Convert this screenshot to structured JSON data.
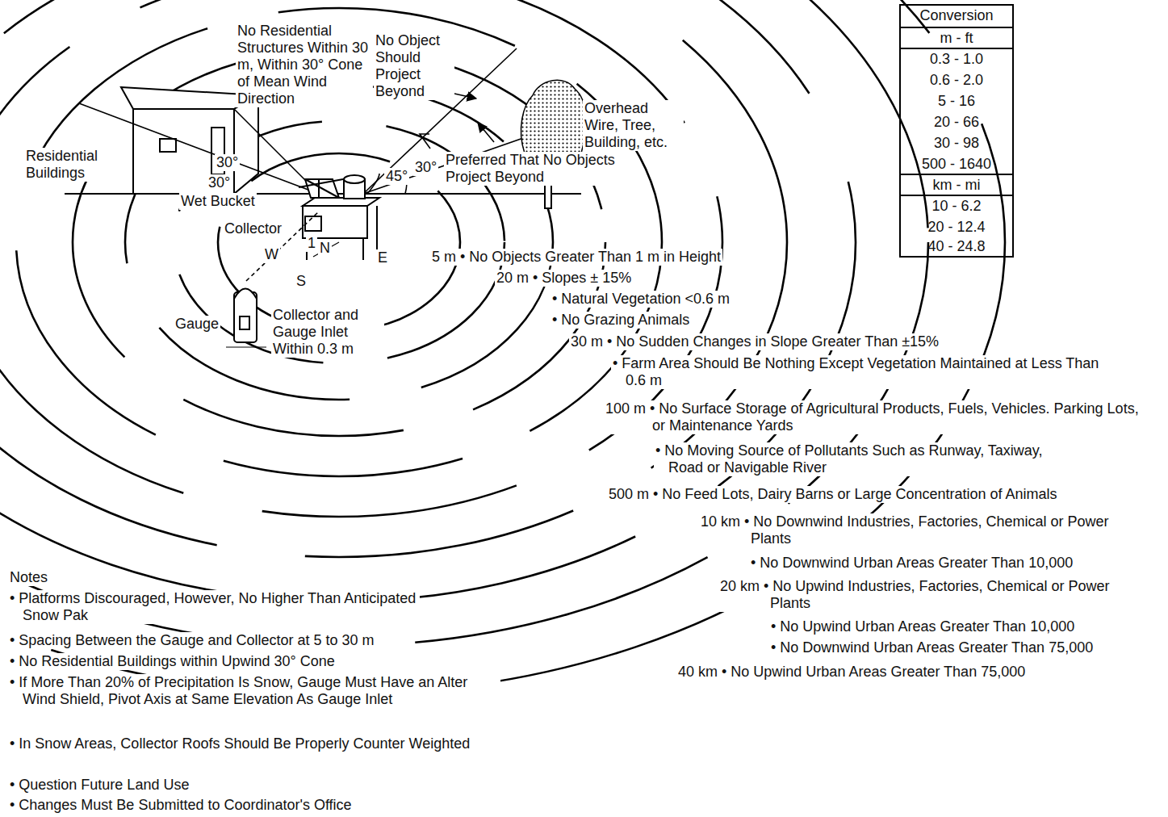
{
  "diagram": {
    "labels": [
      "No Residential Structures Within 30 m, Within 30° Cone of Mean Wind Direction",
      "No Object Should Project Beyond",
      "Residential Buildings",
      "30°",
      "30°",
      "Overhead Wire, Tree, Building, etc.",
      "45°",
      "30°",
      "Preferred That No Objects Project Beyond",
      "Wet Bucket",
      "Collector",
      "W",
      "1",
      "N",
      "E",
      "S",
      "Gauge",
      "Collector and Gauge Inlet Within 0.3 m",
      "Conversion",
      "m - ft",
      "0.3 - 1.0",
      "0.6 - 2.0",
      "5 - 16",
      "20 - 66",
      "30 - 98",
      "500 - 1640",
      "km - mi",
      "10 - 6.2",
      "20 - 12.4",
      "40 - 24.8",
      "5 m • No Objects Greater Than 1 m in Height",
      "20 m • Slopes ± 15%",
      "• Natural Vegetation <0.6 m",
      "• No Grazing Animals",
      "30 m • No Sudden Changes in Slope Greater Than ±15%",
      "• Farm Area Should Be Nothing Except Vegetation Maintained at Less Than 0.6 m",
      "100 m • No Surface Storage of Agricultural Products, Fuels, Vehicles. Parking Lots, or Maintenance Yards",
      "• No Moving Source of Pollutants Such as Runway, Taxiway, Road or Navigable River",
      "500 m • No Feed Lots, Dairy Barns or Large Concentration of Animals",
      "10 km • No Downwind Industries, Factories, Chemical or Power Plants",
      "• No Downwind Urban Areas Greater Than 10,000",
      "20 km • No Upwind Industries, Factories, Chemical or Power Plants",
      "• No Upwind Urban Areas Greater Than 10,000",
      "• No Downwind Urban Areas Greater Than 75,000",
      "40 km • No Upwind Urban Areas Greater Than 75,000",
      "Notes",
      "• Platforms Discouraged, However, No Higher Than Anticipated Snow Pak",
      "• Spacing Between the Gauge and Collector at 5 to 30 m",
      "• No Residential Buildings within Upwind 30° Cone",
      "• If More Than 20% of Precipitation Is Snow, Gauge Must Have an Alter Wind Shield, Pivot Axis at Same Elevation As Gauge Inlet",
      "• In Snow Areas, Collector Roofs Should Be Properly Counter Weighted",
      "• Question Future Land Use",
      "• Changes Must Be Submitted to Coordinator's Office"
    ]
  }
}
